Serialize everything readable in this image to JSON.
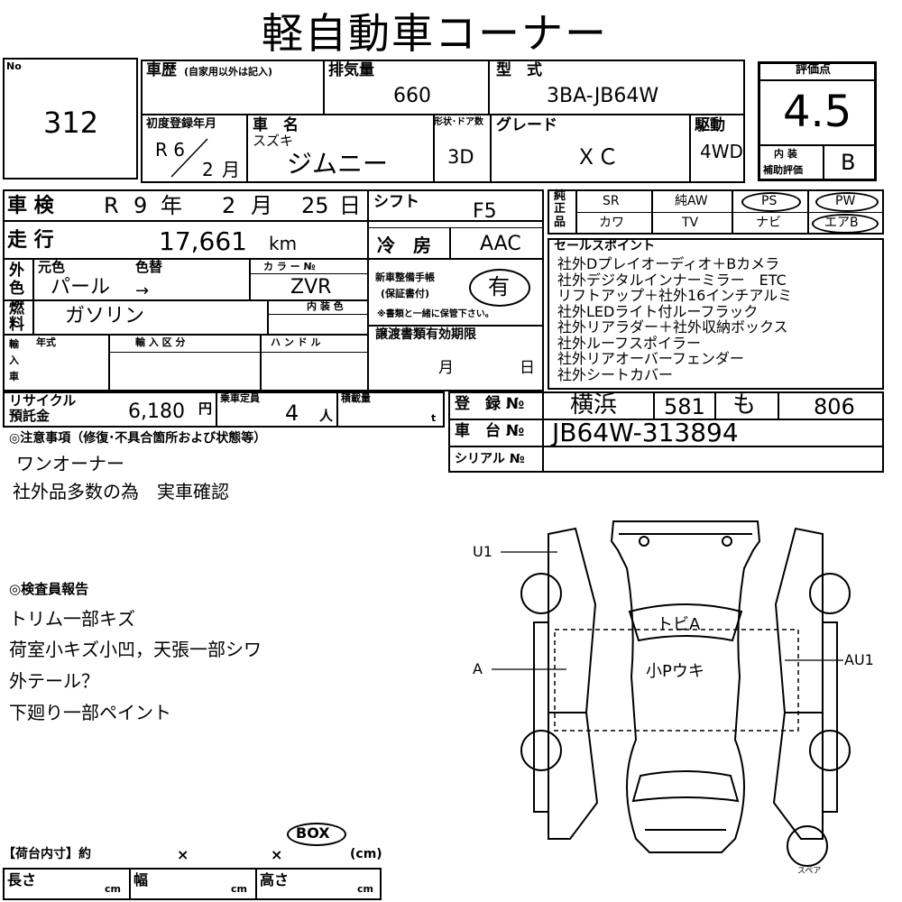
{
  "title": "軽自動車コーナー",
  "lot": {
    "label": "No",
    "value": "312"
  },
  "history": {
    "label": "車歴",
    "note": "(自家用以外は記入)"
  },
  "displacement": {
    "label": "排気量",
    "value": "660"
  },
  "model_type": {
    "label": "型　式",
    "value": "3BA-JB64W"
  },
  "score": {
    "label": "評価点",
    "value": "4.5",
    "interior_label1": "内 装",
    "interior_label2": "補助評価",
    "interior_value": "B"
  },
  "first_reg": {
    "label": "初度登録年月",
    "era": "R 6",
    "month": "2",
    "month_unit": "月"
  },
  "car_name": {
    "label": "車　名",
    "maker": "スズキ",
    "name": "ジムニー"
  },
  "doors": {
    "label": "形状･ドア数",
    "value": "3D"
  },
  "grade": {
    "label": "グレード",
    "value": "ＸＣ"
  },
  "drive": {
    "label": "駆動",
    "value": "4WD"
  },
  "inspection": {
    "label": "車 検",
    "era": "R",
    "year": "9",
    "year_unit": "年",
    "month": "2",
    "month_unit": "月",
    "day": "25",
    "day_unit": "日"
  },
  "shift": {
    "label": "シフト",
    "value": "F5"
  },
  "equipment": {
    "label": [
      "純",
      "正",
      "品"
    ],
    "row1": [
      "SR",
      "純AW",
      "PS",
      "PW"
    ],
    "row2": [
      "カワ",
      "TV",
      "ナビ",
      "エアB"
    ]
  },
  "mileage": {
    "label": "走 行",
    "value": "17,661",
    "unit": "km"
  },
  "aircon": {
    "label": "冷　房",
    "value": "AAC"
  },
  "color": {
    "label1": "外",
    "label2": "色",
    "original_label": "元色",
    "change_label": "色替",
    "original": "パール",
    "arrow": "→",
    "color_no_label": "カ ラ ー №",
    "color_no": "ZVR"
  },
  "manual": {
    "label1": "新車整備手帳",
    "label2": "(保証書付)",
    "value": "有",
    "note": "※書類と一緒に保管下さい。"
  },
  "fuel": {
    "label1": "燃",
    "label2": "料",
    "value": "ガソリン",
    "interior_color_label": "内 装 色"
  },
  "import": {
    "label": [
      "輸",
      "入",
      "車"
    ],
    "year_label": "年式",
    "type_label": "輸 入 区 分",
    "handle_label": "ハ ン ド ル"
  },
  "transfer": {
    "label": "譲渡書類有効期限",
    "month_unit": "月",
    "day_unit": "日"
  },
  "sales_points": {
    "label": "セールスポイント",
    "items": [
      "社外Dプレイオーディオ＋Bカメラ",
      "社外デジタルインナーミラー　ETC",
      "リフトアップ＋社外16インチアルミ",
      "社外LEDライト付ルーフラック",
      "社外リアラダー＋社外収納ボックス",
      "社外ルーフスポイラー",
      "社外リアオーバーフェンダー",
      "社外シートカバー"
    ]
  },
  "recycle": {
    "label1": "リサイクル",
    "label2": "預託金",
    "value": "6,180",
    "unit": "円"
  },
  "capacity": {
    "label": "乗車定員",
    "value": "4",
    "unit": "人"
  },
  "load": {
    "label": "積載量",
    "unit": "t"
  },
  "registration": {
    "label": "登　録 №",
    "area": "横浜",
    "class": "581",
    "kana": "も",
    "number": "806"
  },
  "chassis": {
    "label": "車　台 №",
    "value": "JB64W-313894"
  },
  "serial": {
    "label": "シリアル №"
  },
  "notes": {
    "label": "◎注意事項（修復･不具合箇所および状態等）",
    "lines": [
      "ワンオーナー",
      "社外品多数の為　実車確認"
    ]
  },
  "inspector": {
    "label": "◎検査員報告",
    "lines": [
      "トリム一部キズ",
      "荷室小キズ小凹，天張一部シワ",
      "外テール？",
      "下廻り一部ペイント"
    ]
  },
  "diagram": {
    "marks": [
      "U1",
      "A",
      "AU1",
      "トビA",
      "小Pウキ"
    ],
    "spare": "スペア"
  },
  "cargo": {
    "label": "【荷台内寸】約",
    "x1": "×",
    "x2": "×",
    "unit": "(cm)",
    "box": "BOX",
    "length_label": "長さ",
    "width_label": "幅",
    "height_label": "高さ",
    "cm": "cm"
  }
}
